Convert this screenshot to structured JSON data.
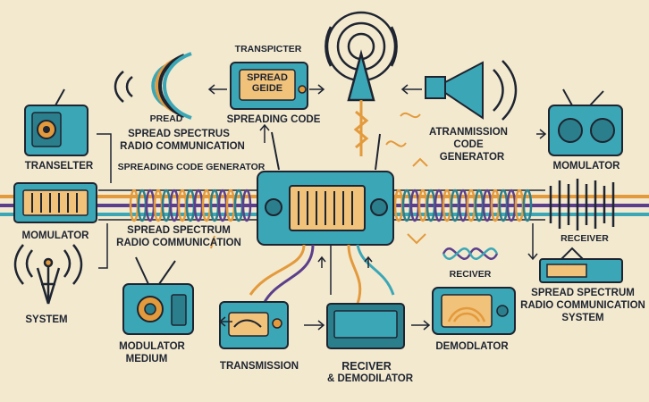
{
  "labels": {
    "transpicter": "TRANSPICTER",
    "spread_geide": "SPREAD GEIDE",
    "spreading_code": "SPREADING CODE",
    "pread": "PREAD",
    "spread_spectrus": "SPREAD SPECTRUS",
    "radio_communication_top": "RADIO COMMUNICATION",
    "transelter": "TRANSELTER",
    "spreading_code_generator": "SPREADING CODE GENERATOR",
    "atranmission": "ATRANMISSION",
    "code": "CODE",
    "generator": "GENERATOR",
    "momulator": "MOMULATOR",
    "receiver": "RECEIVER",
    "momulator_left": "MOMULATOR",
    "spread_spectrum_mid": "SPREAD SPECTRUM",
    "radio_communication_mid": "RADIO COMMUNICATION",
    "reciver_small": "RECIVER",
    "spread_spectrum_right": "SPREAD SPECTRUM",
    "radio_communication_right": "RADIO COMMUNICATION",
    "system_right": "SYSTEM",
    "system_left": "SYSTEM",
    "modulator": "MODULATOR",
    "medium": "MEDIUM",
    "transmission": "TRANSMISSION",
    "reciver": "RECIVER",
    "and_demodilator": "& DEMODILATOR",
    "demodlator": "DEMODLATOR"
  },
  "colors": {
    "background": "#f3e9cf",
    "teal": "#3ba7b6",
    "teal_dark": "#2b7f8c",
    "orange": "#e39a3c",
    "outline": "#1e2430",
    "purple": "#5b3f8c"
  },
  "icons": [
    "speaker-icon",
    "sound-wave-icon",
    "antenna-tower-icon",
    "horn-speaker-icon",
    "radio-device-icon",
    "waveform-icon",
    "knob-icon",
    "equalizer-icon"
  ]
}
